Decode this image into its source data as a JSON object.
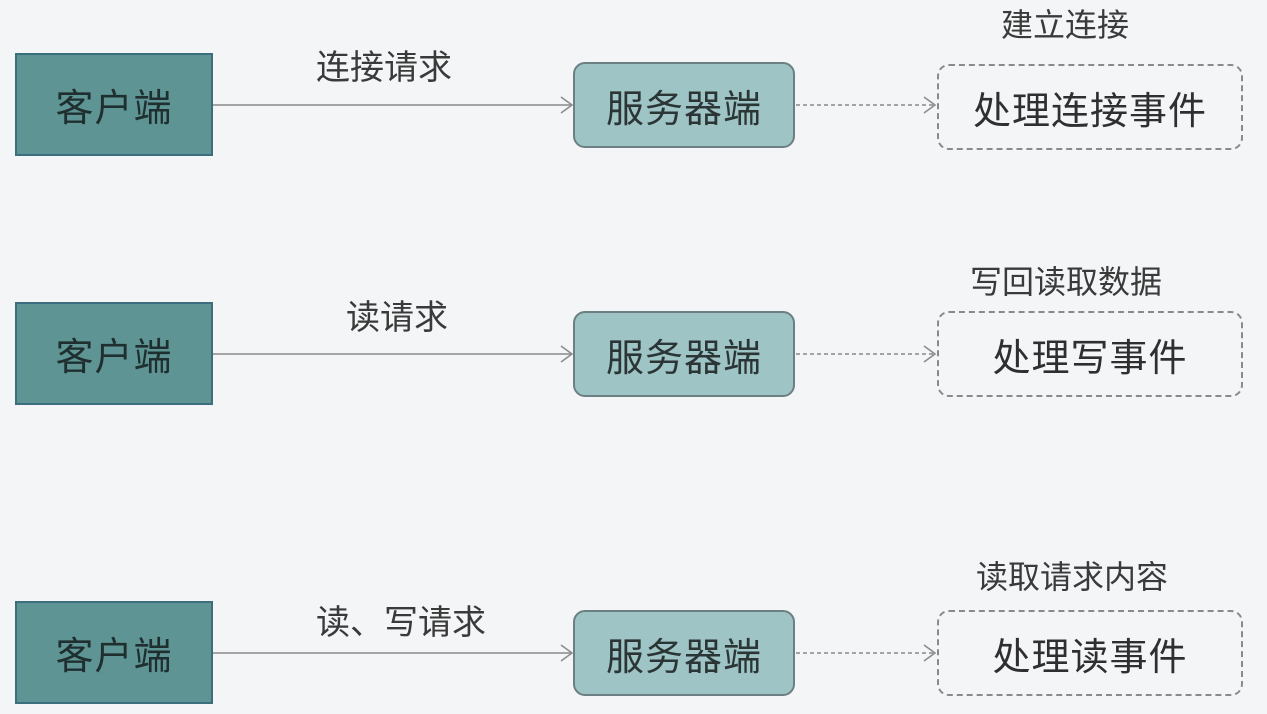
{
  "rows": [
    {
      "client": "客户端",
      "request": "连接请求",
      "server": "服务器端",
      "result": "建立连接",
      "handler": "处理连接事件"
    },
    {
      "client": "客户端",
      "request": "读请求",
      "server": "服务器端",
      "result": "写回读取数据",
      "handler": "处理写事件"
    },
    {
      "client": "客户端",
      "request": "读、写请求",
      "server": "服务器端",
      "result": "读取请求内容",
      "handler": "处理读事件"
    }
  ],
  "colors": {
    "background": "#f3f5f7",
    "client_fill": "#5f9494",
    "client_border": "#3d6e7e",
    "server_fill": "#9ec4c5",
    "server_border": "#6c7f82",
    "handler_border": "#8a8a8a",
    "arrow": "#8a8a8a"
  }
}
